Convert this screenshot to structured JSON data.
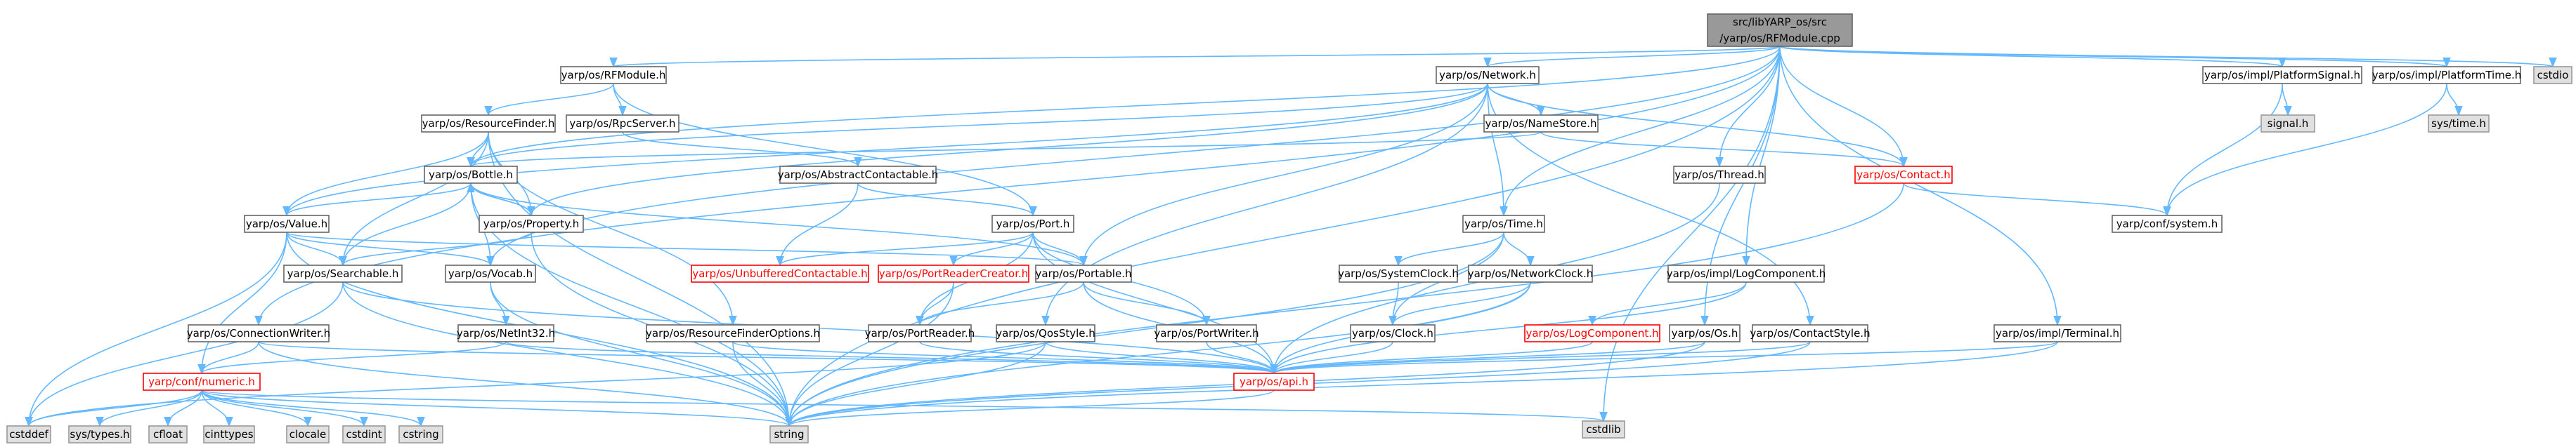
{
  "colors": {
    "edge": "#63b8ff",
    "root_fill": "#999999",
    "node_fill": "#ffffff",
    "node_stroke": "#666666",
    "system_fill": "#e0e0e0",
    "system_stroke": "#999999",
    "red_stroke": "#ff0000"
  },
  "nodes": [
    {
      "id": "root",
      "label": [
        "src/libYARP_os/src",
        "/yarp/os/RFModule.cpp"
      ],
      "kind": "root"
    },
    {
      "id": "rfmodule_h",
      "label": [
        "yarp/os/RFModule.h"
      ],
      "kind": "normal"
    },
    {
      "id": "network_h",
      "label": [
        "yarp/os/Network.h"
      ],
      "kind": "normal"
    },
    {
      "id": "platformsignal_h",
      "label": [
        "yarp/os/impl/PlatformSignal.h"
      ],
      "kind": "normal"
    },
    {
      "id": "platformtime_h",
      "label": [
        "yarp/os/impl/PlatformTime.h"
      ],
      "kind": "normal"
    },
    {
      "id": "cstdio",
      "label": [
        "cstdio"
      ],
      "kind": "system"
    },
    {
      "id": "resourcefinder_h",
      "label": [
        "yarp/os/ResourceFinder.h"
      ],
      "kind": "normal"
    },
    {
      "id": "rpcserver_h",
      "label": [
        "yarp/os/RpcServer.h"
      ],
      "kind": "normal"
    },
    {
      "id": "namestore_h",
      "label": [
        "yarp/os/NameStore.h"
      ],
      "kind": "normal"
    },
    {
      "id": "signal_h",
      "label": [
        "signal.h"
      ],
      "kind": "system"
    },
    {
      "id": "systime_h",
      "label": [
        "sys/time.h"
      ],
      "kind": "system"
    },
    {
      "id": "bottle_h",
      "label": [
        "yarp/os/Bottle.h"
      ],
      "kind": "normal"
    },
    {
      "id": "abstractcontactable_h",
      "label": [
        "yarp/os/AbstractContactable.h"
      ],
      "kind": "normal"
    },
    {
      "id": "thread_h",
      "label": [
        "yarp/os/Thread.h"
      ],
      "kind": "normal"
    },
    {
      "id": "contact_h",
      "label": [
        "yarp/os/Contact.h"
      ],
      "kind": "red"
    },
    {
      "id": "value_h",
      "label": [
        "yarp/os/Value.h"
      ],
      "kind": "normal"
    },
    {
      "id": "property_h",
      "label": [
        "yarp/os/Property.h"
      ],
      "kind": "normal"
    },
    {
      "id": "port_h",
      "label": [
        "yarp/os/Port.h"
      ],
      "kind": "normal"
    },
    {
      "id": "time_h",
      "label": [
        "yarp/os/Time.h"
      ],
      "kind": "normal"
    },
    {
      "id": "confsystem_h",
      "label": [
        "yarp/conf/system.h"
      ],
      "kind": "normal"
    },
    {
      "id": "searchable_h",
      "label": [
        "yarp/os/Searchable.h"
      ],
      "kind": "normal"
    },
    {
      "id": "vocab_h",
      "label": [
        "yarp/os/Vocab.h"
      ],
      "kind": "normal"
    },
    {
      "id": "unbufferedcontactable_h",
      "label": [
        "yarp/os/UnbufferedContactable.h"
      ],
      "kind": "red"
    },
    {
      "id": "portreadercreator_h",
      "label": [
        "yarp/os/PortReaderCreator.h"
      ],
      "kind": "red"
    },
    {
      "id": "portable_h",
      "label": [
        "yarp/os/Portable.h"
      ],
      "kind": "normal"
    },
    {
      "id": "systemclock_h",
      "label": [
        "yarp/os/SystemClock.h"
      ],
      "kind": "normal"
    },
    {
      "id": "networkclock_h",
      "label": [
        "yarp/os/NetworkClock.h"
      ],
      "kind": "normal"
    },
    {
      "id": "logcomponent_impl_h",
      "label": [
        "yarp/os/impl/LogComponent.h"
      ],
      "kind": "normal"
    },
    {
      "id": "connectionwriter_h",
      "label": [
        "yarp/os/ConnectionWriter.h"
      ],
      "kind": "normal"
    },
    {
      "id": "netint32_h",
      "label": [
        "yarp/os/NetInt32.h"
      ],
      "kind": "normal"
    },
    {
      "id": "resourcefinderoptions_h",
      "label": [
        "yarp/os/ResourceFinderOptions.h"
      ],
      "kind": "normal"
    },
    {
      "id": "portreader_h",
      "label": [
        "yarp/os/PortReader.h"
      ],
      "kind": "normal"
    },
    {
      "id": "qosstyle_h",
      "label": [
        "yarp/os/QosStyle.h"
      ],
      "kind": "normal"
    },
    {
      "id": "portwriter_h",
      "label": [
        "yarp/os/PortWriter.h"
      ],
      "kind": "normal"
    },
    {
      "id": "clock_h",
      "label": [
        "yarp/os/Clock.h"
      ],
      "kind": "normal"
    },
    {
      "id": "logcomponent_h",
      "label": [
        "yarp/os/LogComponent.h"
      ],
      "kind": "red"
    },
    {
      "id": "os_h",
      "label": [
        "yarp/os/Os.h"
      ],
      "kind": "normal"
    },
    {
      "id": "contactstyle_h",
      "label": [
        "yarp/os/ContactStyle.h"
      ],
      "kind": "normal"
    },
    {
      "id": "terminal_h",
      "label": [
        "yarp/os/impl/Terminal.h"
      ],
      "kind": "normal"
    },
    {
      "id": "numeric_h",
      "label": [
        "yarp/conf/numeric.h"
      ],
      "kind": "red"
    },
    {
      "id": "api_h",
      "label": [
        "yarp/os/api.h"
      ],
      "kind": "red"
    },
    {
      "id": "cstddef",
      "label": [
        "cstddef"
      ],
      "kind": "system"
    },
    {
      "id": "systypes_h",
      "label": [
        "sys/types.h"
      ],
      "kind": "system"
    },
    {
      "id": "cfloat",
      "label": [
        "cfloat"
      ],
      "kind": "system"
    },
    {
      "id": "cinttypes",
      "label": [
        "cinttypes"
      ],
      "kind": "system"
    },
    {
      "id": "clocale",
      "label": [
        "clocale"
      ],
      "kind": "system"
    },
    {
      "id": "cstdint",
      "label": [
        "cstdint"
      ],
      "kind": "system"
    },
    {
      "id": "cstring",
      "label": [
        "cstring"
      ],
      "kind": "system"
    },
    {
      "id": "string",
      "label": [
        "string"
      ],
      "kind": "system"
    },
    {
      "id": "cstdlib",
      "label": [
        "cstdlib"
      ],
      "kind": "system"
    }
  ],
  "edges": [
    [
      "root",
      "rfmodule_h"
    ],
    [
      "root",
      "network_h"
    ],
    [
      "root",
      "platformsignal_h"
    ],
    [
      "root",
      "platformtime_h"
    ],
    [
      "root",
      "cstdio"
    ],
    [
      "root",
      "bottle_h"
    ],
    [
      "root",
      "thread_h"
    ],
    [
      "root",
      "contact_h"
    ],
    [
      "root",
      "time_h"
    ],
    [
      "root",
      "vocab_h"
    ],
    [
      "root",
      "connectionwriter_h"
    ],
    [
      "root",
      "logcomponent_impl_h"
    ],
    [
      "root",
      "os_h"
    ],
    [
      "root",
      "terminal_h"
    ],
    [
      "root",
      "string"
    ],
    [
      "root",
      "cstdlib"
    ],
    [
      "rfmodule_h",
      "resourcefinder_h"
    ],
    [
      "rfmodule_h",
      "rpcserver_h"
    ],
    [
      "rfmodule_h",
      "port_h"
    ],
    [
      "network_h",
      "namestore_h"
    ],
    [
      "network_h",
      "contact_h"
    ],
    [
      "network_h",
      "time_h"
    ],
    [
      "network_h",
      "value_h"
    ],
    [
      "network_h",
      "property_h"
    ],
    [
      "network_h",
      "portable_h"
    ],
    [
      "network_h",
      "qosstyle_h"
    ],
    [
      "network_h",
      "contactstyle_h"
    ],
    [
      "network_h",
      "bottle_h"
    ],
    [
      "platformsignal_h",
      "signal_h"
    ],
    [
      "platformsignal_h",
      "confsystem_h"
    ],
    [
      "platformtime_h",
      "systime_h"
    ],
    [
      "platformtime_h",
      "confsystem_h"
    ],
    [
      "resourcefinder_h",
      "bottle_h"
    ],
    [
      "resourcefinder_h",
      "value_h"
    ],
    [
      "resourcefinder_h",
      "property_h"
    ],
    [
      "resourcefinder_h",
      "searchable_h"
    ],
    [
      "resourcefinder_h",
      "resourcefinderoptions_h"
    ],
    [
      "resourcefinder_h",
      "string"
    ],
    [
      "rpcserver_h",
      "abstractcontactable_h"
    ],
    [
      "namestore_h",
      "contact_h"
    ],
    [
      "namestore_h",
      "bottle_h"
    ],
    [
      "bottle_h",
      "value_h"
    ],
    [
      "bottle_h",
      "property_h"
    ],
    [
      "bottle_h",
      "searchable_h"
    ],
    [
      "bottle_h",
      "vocab_h"
    ],
    [
      "bottle_h",
      "portable_h"
    ],
    [
      "bottle_h",
      "string"
    ],
    [
      "property_h",
      "bottle_h"
    ],
    [
      "property_h",
      "searchable_h"
    ],
    [
      "property_h",
      "string"
    ],
    [
      "value_h",
      "searchable_h"
    ],
    [
      "value_h",
      "vocab_h"
    ],
    [
      "value_h",
      "portable_h"
    ],
    [
      "value_h",
      "numeric_h"
    ],
    [
      "value_h",
      "cstddef"
    ],
    [
      "value_h",
      "string"
    ],
    [
      "abstractcontactable_h",
      "port_h"
    ],
    [
      "abstractcontactable_h",
      "unbufferedcontactable_h"
    ],
    [
      "port_h",
      "unbufferedcontactable_h"
    ],
    [
      "port_h",
      "portreadercreator_h"
    ],
    [
      "port_h",
      "portable_h"
    ],
    [
      "port_h",
      "portwriter_h"
    ],
    [
      "port_h",
      "portreader_h"
    ],
    [
      "port_h",
      "api_h"
    ],
    [
      "thread_h",
      "api_h"
    ],
    [
      "contact_h",
      "confsystem_h"
    ],
    [
      "contact_h",
      "string"
    ],
    [
      "time_h",
      "systemclock_h"
    ],
    [
      "time_h",
      "networkclock_h"
    ],
    [
      "time_h",
      "clock_h"
    ],
    [
      "time_h",
      "string"
    ],
    [
      "searchable_h",
      "api_h"
    ],
    [
      "searchable_h",
      "string"
    ],
    [
      "searchable_h",
      "cstddef"
    ],
    [
      "vocab_h",
      "netint32_h"
    ],
    [
      "vocab_h",
      "string"
    ],
    [
      "portreadercreator_h",
      "portreader_h"
    ],
    [
      "portreadercreator_h",
      "string"
    ],
    [
      "portable_h",
      "portreader_h"
    ],
    [
      "portable_h",
      "portwriter_h"
    ],
    [
      "portable_h",
      "api_h"
    ],
    [
      "systemclock_h",
      "clock_h"
    ],
    [
      "networkclock_h",
      "clock_h"
    ],
    [
      "networkclock_h",
      "api_h"
    ],
    [
      "networkclock_h",
      "string"
    ],
    [
      "logcomponent_impl_h",
      "logcomponent_h"
    ],
    [
      "logcomponent_impl_h",
      "api_h"
    ],
    [
      "connectionwriter_h",
      "api_h"
    ],
    [
      "connectionwriter_h",
      "numeric_h"
    ],
    [
      "connectionwriter_h",
      "string"
    ],
    [
      "netint32_h",
      "api_h"
    ],
    [
      "netint32_h",
      "numeric_h"
    ],
    [
      "resourcefinderoptions_h",
      "api_h"
    ],
    [
      "resourcefinderoptions_h",
      "string"
    ],
    [
      "portreader_h",
      "api_h"
    ],
    [
      "qosstyle_h",
      "api_h"
    ],
    [
      "qosstyle_h",
      "string"
    ],
    [
      "qosstyle_h",
      "cstddef"
    ],
    [
      "portwriter_h",
      "api_h"
    ],
    [
      "clock_h",
      "api_h"
    ],
    [
      "logcomponent_h",
      "api_h"
    ],
    [
      "os_h",
      "api_h"
    ],
    [
      "os_h",
      "string"
    ],
    [
      "contactstyle_h",
      "api_h"
    ],
    [
      "contactstyle_h",
      "string"
    ],
    [
      "terminal_h",
      "api_h"
    ],
    [
      "terminal_h",
      "string"
    ],
    [
      "numeric_h",
      "cstddef"
    ],
    [
      "numeric_h",
      "systypes_h"
    ],
    [
      "numeric_h",
      "cfloat"
    ],
    [
      "numeric_h",
      "cinttypes"
    ],
    [
      "numeric_h",
      "clocale"
    ],
    [
      "numeric_h",
      "cstdint"
    ],
    [
      "numeric_h",
      "cstring"
    ],
    [
      "numeric_h",
      "string"
    ],
    [
      "numeric_h",
      "cstdlib"
    ],
    [
      "api_h",
      "string"
    ]
  ]
}
